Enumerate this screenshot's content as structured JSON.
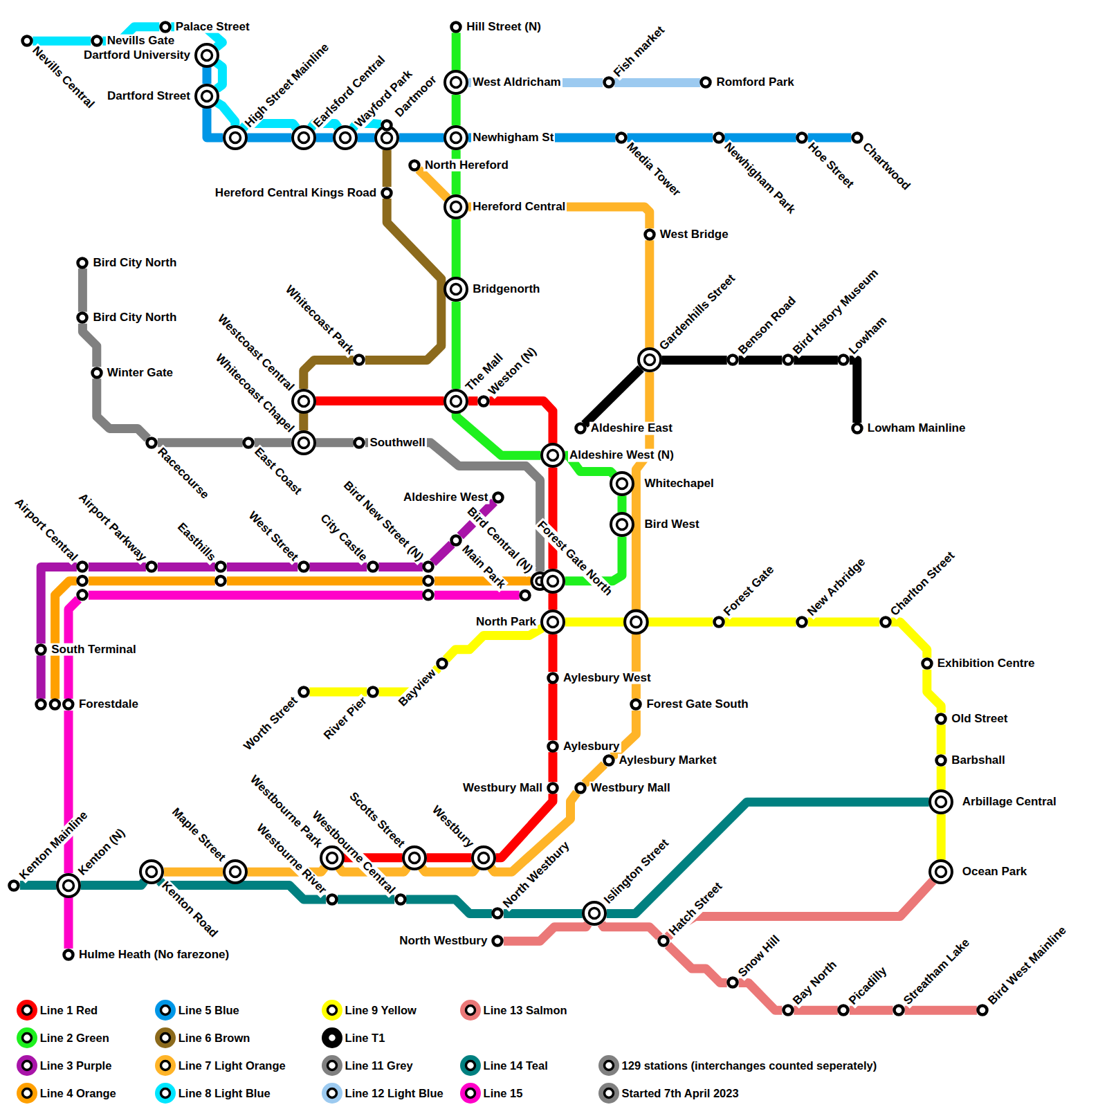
{
  "diagram": {
    "nodes": [
      {
        "text": [
          "Nevills Central"
        ]
      },
      {
        "text": [
          "Palace Street"
        ]
      },
      {
        "text": [
          "Nevills Gate"
        ]
      },
      {
        "text": [
          "Dartford University"
        ]
      },
      {
        "text": [
          "Dartford Street"
        ]
      },
      {
        "text": [
          "Hill Street (N)"
        ]
      },
      {
        "text": [
          "West Aldricham"
        ]
      },
      {
        "text": [
          "Fish market"
        ]
      },
      {
        "text": [
          "Romford Park"
        ]
      },
      {
        "text": [
          "High Street Mainline"
        ]
      },
      {
        "text": [
          "Earlsford Central"
        ]
      },
      {
        "text": [
          "Wayford Park"
        ]
      },
      {
        "text": [
          "Dartmoor"
        ]
      },
      {
        "text": [
          "Newhigham St"
        ]
      },
      {
        "text": [
          "Media Tower"
        ]
      },
      {
        "text": [
          "Newhigham Park"
        ]
      },
      {
        "text": [
          "Hoe Street"
        ]
      },
      {
        "text": [
          "Chartwood"
        ]
      },
      {
        "text": [
          "North Hereford"
        ]
      },
      {
        "text": [
          "Hereford Central Kings Road"
        ]
      },
      {
        "text": [
          "Hereford Central"
        ]
      },
      {
        "text": [
          "West Bridge"
        ]
      },
      {
        "text": [
          "Bird City North"
        ]
      },
      {
        "text": [
          "Bridgenorth"
        ]
      },
      {
        "text": [
          "Bird City North"
        ]
      },
      {
        "text": [
          "Gardenhills Street"
        ]
      },
      {
        "text": [
          "Benson Road"
        ]
      },
      {
        "text": [
          "Bird Hstory Museum"
        ]
      },
      {
        "text": [
          "Lowham"
        ]
      },
      {
        "text": [
          "Whitecoast Park"
        ]
      },
      {
        "text": [
          "Winter Gate"
        ]
      },
      {
        "text": [
          "Westcoast Central"
        ]
      },
      {
        "text": [
          "The Mall"
        ]
      },
      {
        "text": [
          "Weston (N)"
        ]
      },
      {
        "text": [
          "Aldeshire East"
        ]
      },
      {
        "text": [
          "Lowham Mainline"
        ]
      },
      {
        "text": [
          "Racecourse"
        ]
      },
      {
        "text": [
          "East Coast"
        ]
      },
      {
        "text": [
          "Whitecoast Chapel"
        ]
      },
      {
        "text": [
          "Southwell"
        ]
      },
      {
        "text": [
          "Aldeshire West (N)"
        ]
      },
      {
        "text": [
          "Whitechapel"
        ]
      },
      {
        "text": [
          "Aldeshire West"
        ]
      },
      {
        "text": [
          "Bird West"
        ]
      },
      {
        "text": [
          "Main Park"
        ]
      },
      {
        "text": [
          "Airport Central"
        ]
      },
      {
        "text": [
          "Airport Parkway"
        ]
      },
      {
        "text": [
          "Easthills"
        ]
      },
      {
        "text": [
          "West Street"
        ]
      },
      {
        "text": [
          "City Castle"
        ]
      },
      {
        "text": [
          "Bird New Street (N)"
        ]
      },
      {
        "text": [
          "Bird Central (N)"
        ]
      },
      {
        "text": [
          "Forest Gate North"
        ]
      },
      {
        "text": [
          "North Park"
        ]
      },
      {
        "text": [
          "Forest Gate"
        ]
      },
      {
        "text": [
          "New Arbridge"
        ]
      },
      {
        "text": [
          "Charlton Street"
        ]
      },
      {
        "text": [
          "South Terminal"
        ]
      },
      {
        "text": [
          "Exhibition Centre"
        ]
      },
      {
        "text": [
          "Bayview"
        ]
      },
      {
        "text": [
          "Aylesbury West"
        ]
      },
      {
        "text": [
          "Worth Street"
        ]
      },
      {
        "text": [
          "River Pier"
        ]
      },
      {
        "text": [
          "Forestdale"
        ]
      },
      {
        "text": [
          "Forest Gate South"
        ]
      },
      {
        "text": [
          "Old Street"
        ]
      },
      {
        "text": [
          "Aylesbury"
        ]
      },
      {
        "text": [
          "Aylesbury Market"
        ]
      },
      {
        "text": [
          "Barbshall"
        ]
      },
      {
        "text": [
          "Westbury Mall"
        ]
      },
      {
        "text": [
          "Westbury Mall"
        ]
      },
      {
        "text": [
          "Arbillage Central"
        ]
      },
      {
        "text": [
          "Westbourne Park"
        ]
      },
      {
        "text": [
          "Scotts Street"
        ]
      },
      {
        "text": [
          "Westbury"
        ]
      },
      {
        "text": [
          "Kenton Road"
        ]
      },
      {
        "text": [
          "Maple Street"
        ]
      },
      {
        "text": [
          "Ocean Park"
        ]
      },
      {
        "text": [
          "Kenton Mainline"
        ]
      },
      {
        "text": [
          "Kenton (N)"
        ]
      },
      {
        "text": [
          "Westourne River"
        ]
      },
      {
        "text": [
          "Westbourne Central"
        ]
      },
      {
        "text": [
          "North Westbury"
        ]
      },
      {
        "text": [
          "Islington Street"
        ]
      },
      {
        "text": [
          "North Westbury"
        ]
      },
      {
        "text": [
          "Hatch Street"
        ]
      },
      {
        "text": [
          "Hulme Heath (No farezone)"
        ]
      },
      {
        "text": [
          "Snow Hill"
        ]
      },
      {
        "text": [
          "Bay North"
        ]
      },
      {
        "text": [
          "Picadilly"
        ]
      },
      {
        "text": [
          "Streatham Lake"
        ]
      },
      {
        "text": [
          "Bird West Mainline"
        ]
      }
    ],
    "edges": [
      {
        "from": 0,
        "to": 2,
        "arrow": "none"
      },
      {
        "from": 2,
        "to": 1,
        "arrow": "none"
      },
      {
        "from": 1,
        "to": 3,
        "arrow": "none"
      },
      {
        "from": 3,
        "to": 4,
        "arrow": "none"
      },
      {
        "from": 4,
        "to": 9,
        "arrow": "none"
      },
      {
        "from": 9,
        "to": 10,
        "arrow": "none"
      },
      {
        "from": 10,
        "to": 11,
        "arrow": "none"
      },
      {
        "from": 11,
        "to": 12,
        "arrow": "none"
      },
      {
        "from": 3,
        "to": 4,
        "arrow": "none"
      },
      {
        "from": 4,
        "to": 9,
        "arrow": "none"
      },
      {
        "from": 9,
        "to": 10,
        "arrow": "none"
      },
      {
        "from": 10,
        "to": 11,
        "arrow": "none"
      },
      {
        "from": 11,
        "to": 12,
        "arrow": "none"
      },
      {
        "from": 12,
        "to": 13,
        "arrow": "none"
      },
      {
        "from": 13,
        "to": 14,
        "arrow": "none"
      },
      {
        "from": 14,
        "to": 15,
        "arrow": "none"
      },
      {
        "from": 15,
        "to": 16,
        "arrow": "none"
      },
      {
        "from": 16,
        "to": 17,
        "arrow": "none"
      },
      {
        "from": 6,
        "to": 7,
        "arrow": "none"
      },
      {
        "from": 7,
        "to": 8,
        "arrow": "none"
      },
      {
        "from": 5,
        "to": 6,
        "arrow": "none"
      },
      {
        "from": 6,
        "to": 13,
        "arrow": "none"
      },
      {
        "from": 13,
        "to": 20,
        "arrow": "none"
      },
      {
        "from": 20,
        "to": 23,
        "arrow": "none"
      },
      {
        "from": 23,
        "to": 32,
        "arrow": "none"
      },
      {
        "from": 32,
        "to": 40,
        "arrow": "none"
      },
      {
        "from": 40,
        "to": 41,
        "arrow": "none"
      },
      {
        "from": 41,
        "to": 43,
        "arrow": "none"
      },
      {
        "from": 43,
        "to": 52,
        "arrow": "none"
      },
      {
        "from": 18,
        "to": 20,
        "arrow": "none"
      },
      {
        "from": 20,
        "to": 21,
        "arrow": "none"
      },
      {
        "from": 21,
        "to": 25,
        "arrow": "none"
      },
      {
        "from": 25,
        "to": 64,
        "arrow": "none"
      },
      {
        "from": 64,
        "to": 67,
        "arrow": "none"
      },
      {
        "from": 67,
        "to": 70,
        "arrow": "none"
      },
      {
        "from": 70,
        "to": 74,
        "arrow": "none"
      },
      {
        "from": 74,
        "to": 73,
        "arrow": "none"
      },
      {
        "from": 73,
        "to": 72,
        "arrow": "none"
      },
      {
        "from": 72,
        "to": 76,
        "arrow": "none"
      },
      {
        "from": 76,
        "to": 75,
        "arrow": "none"
      },
      {
        "from": 31,
        "to": 32,
        "arrow": "none"
      },
      {
        "from": 32,
        "to": 33,
        "arrow": "none"
      },
      {
        "from": 33,
        "to": 40,
        "arrow": "none"
      },
      {
        "from": 40,
        "to": 52,
        "arrow": "none"
      },
      {
        "from": 52,
        "to": 53,
        "arrow": "none"
      },
      {
        "from": 53,
        "to": 60,
        "arrow": "none"
      },
      {
        "from": 60,
        "to": 66,
        "arrow": "none"
      },
      {
        "from": 66,
        "to": 69,
        "arrow": "none"
      },
      {
        "from": 69,
        "to": 74,
        "arrow": "none"
      },
      {
        "from": 74,
        "to": 73,
        "arrow": "none"
      },
      {
        "from": 73,
        "to": 72,
        "arrow": "none"
      },
      {
        "from": 12,
        "to": 19,
        "arrow": "none"
      },
      {
        "from": 19,
        "to": 29,
        "arrow": "none"
      },
      {
        "from": 29,
        "to": 31,
        "arrow": "none"
      },
      {
        "from": 31,
        "to": 38,
        "arrow": "none"
      },
      {
        "from": 22,
        "to": 24,
        "arrow": "none"
      },
      {
        "from": 24,
        "to": 30,
        "arrow": "none"
      },
      {
        "from": 30,
        "to": 36,
        "arrow": "none"
      },
      {
        "from": 36,
        "to": 37,
        "arrow": "none"
      },
      {
        "from": 37,
        "to": 38,
        "arrow": "none"
      },
      {
        "from": 38,
        "to": 39,
        "arrow": "none"
      },
      {
        "from": 39,
        "to": 51,
        "arrow": "none"
      },
      {
        "from": 42,
        "to": 44,
        "arrow": "none"
      },
      {
        "from": 44,
        "to": 50,
        "arrow": "none"
      },
      {
        "from": 50,
        "to": 49,
        "arrow": "none"
      },
      {
        "from": 49,
        "to": 48,
        "arrow": "none"
      },
      {
        "from": 48,
        "to": 47,
        "arrow": "none"
      },
      {
        "from": 47,
        "to": 46,
        "arrow": "none"
      },
      {
        "from": 46,
        "to": 45,
        "arrow": "none"
      },
      {
        "from": 45,
        "to": 57,
        "arrow": "none"
      },
      {
        "from": 57,
        "to": 63,
        "arrow": "none"
      },
      {
        "from": 51,
        "to": 50,
        "arrow": "none"
      },
      {
        "from": 50,
        "to": 47,
        "arrow": "none"
      },
      {
        "from": 47,
        "to": 45,
        "arrow": "none"
      },
      {
        "from": 45,
        "to": 63,
        "arrow": "none"
      },
      {
        "from": 86,
        "to": 79,
        "arrow": "none"
      },
      {
        "from": 79,
        "to": 63,
        "arrow": "none"
      },
      {
        "from": 63,
        "to": 45,
        "arrow": "none"
      },
      {
        "from": 45,
        "to": 50,
        "arrow": "none"
      },
      {
        "from": 50,
        "to": 51,
        "arrow": "none"
      },
      {
        "from": 61,
        "to": 62,
        "arrow": "none"
      },
      {
        "from": 62,
        "to": 59,
        "arrow": "none"
      },
      {
        "from": 59,
        "to": 53,
        "arrow": "none"
      },
      {
        "from": 53,
        "to": 54,
        "arrow": "none"
      },
      {
        "from": 54,
        "to": 55,
        "arrow": "none"
      },
      {
        "from": 55,
        "to": 56,
        "arrow": "none"
      },
      {
        "from": 56,
        "to": 58,
        "arrow": "none"
      },
      {
        "from": 58,
        "to": 65,
        "arrow": "none"
      },
      {
        "from": 65,
        "to": 68,
        "arrow": "none"
      },
      {
        "from": 68,
        "to": 71,
        "arrow": "none"
      },
      {
        "from": 71,
        "to": 77,
        "arrow": "none"
      },
      {
        "from": 34,
        "to": 25,
        "arrow": "none"
      },
      {
        "from": 25,
        "to": 26,
        "arrow": "none"
      },
      {
        "from": 26,
        "to": 27,
        "arrow": "none"
      },
      {
        "from": 27,
        "to": 28,
        "arrow": "none"
      },
      {
        "from": 28,
        "to": 35,
        "arrow": "none"
      },
      {
        "from": 78,
        "to": 79,
        "arrow": "none"
      },
      {
        "from": 79,
        "to": 75,
        "arrow": "none"
      },
      {
        "from": 75,
        "to": 80,
        "arrow": "none"
      },
      {
        "from": 80,
        "to": 81,
        "arrow": "none"
      },
      {
        "from": 81,
        "to": 82,
        "arrow": "none"
      },
      {
        "from": 82,
        "to": 83,
        "arrow": "none"
      },
      {
        "from": 83,
        "to": 71,
        "arrow": "none"
      },
      {
        "from": 84,
        "to": 83,
        "arrow": "none"
      },
      {
        "from": 83,
        "to": 85,
        "arrow": "none"
      },
      {
        "from": 85,
        "to": 77,
        "arrow": "none"
      },
      {
        "from": 85,
        "to": 87,
        "arrow": "none"
      },
      {
        "from": 87,
        "to": 88,
        "arrow": "none"
      },
      {
        "from": 88,
        "to": 89,
        "arrow": "none"
      },
      {
        "from": 89,
        "to": 90,
        "arrow": "none"
      },
      {
        "from": 90,
        "to": 91,
        "arrow": "none"
      }
    ],
    "legend": [
      {
        "text": "Line 1 Red",
        "color": "#ff0000"
      },
      {
        "text": "Line 2 Green",
        "color": "#1ef01e"
      },
      {
        "text": "Line 3 Purple",
        "color": "#a814a8"
      },
      {
        "text": "Line 4 Orange",
        "color": "#ffa000"
      },
      {
        "text": "Line 5 Blue",
        "color": "#0096e6"
      },
      {
        "text": "Line 6 Brown",
        "color": "#8c6a1c"
      },
      {
        "text": "Line 7 Light Orange",
        "color": "#ffb428"
      },
      {
        "text": "Line 8 Light Blue",
        "color": "#00e6ff"
      },
      {
        "text": "Line 9 Yellow",
        "color": "#ffff00"
      },
      {
        "text": "Line T1",
        "color": "#000000"
      },
      {
        "text": "Line 11 Grey",
        "color": "#808080"
      },
      {
        "text": "Line 12 Light Blue",
        "color": "#9ccaf0"
      },
      {
        "text": "Line 13 Salmon",
        "color": "#eb7878"
      },
      {
        "text": "Line 14 Teal",
        "color": "#008080"
      },
      {
        "text": "Line 15",
        "color": "#ff00c8"
      },
      {
        "text": "129 stations (interchanges counted seperately)",
        "color": "#808080"
      },
      {
        "text": "Started 7th April 2023",
        "color": "#808080"
      }
    ]
  }
}
